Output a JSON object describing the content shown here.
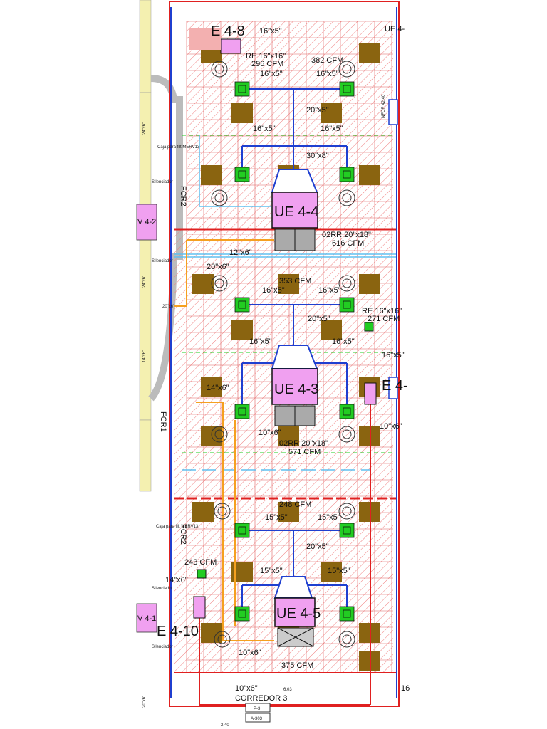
{
  "colors": {
    "wall_red": "#e02020",
    "duct_blue": "#1f3fd0",
    "return_orange": "#f5a020",
    "diffuser_green": "#22cc22",
    "unit_magenta": "#f0a0f0",
    "tile_brown": "#8a6410",
    "pipe_yellow": "#f4f0b0"
  },
  "top_labels": {
    "top1": "E 4-8",
    "top2": "UE 4-"
  },
  "zone_top": {
    "duct_a": "16\"x5\"",
    "re_label": "RE 16\"x16\"",
    "cfm_a": "296 CFM",
    "cfm_b": "382 CFM",
    "duct_b": "16\"x5\"",
    "duct_c": "16\"x5\"",
    "duct_d": "20\"x5\"",
    "duct_e": "16\"x5\"",
    "duct_f": "16\"x5\"",
    "duct_g": "30\"x8\"",
    "unit_label": "UE 4-4",
    "rr_label": "02RR 20\"x18\"",
    "rr_cfm": "616 CFM",
    "side_note": "NFCR 42.40",
    "left_pipe": "FCR2"
  },
  "zone_mid": {
    "duct_top": "12\"x6\"",
    "duct_left": "20\"x6\"",
    "cfm_a": "353 CFM",
    "duct_a": "16\"x5\"",
    "duct_b": "16\"x5\"",
    "re_label": "RE 16\"x16\"",
    "re_cfm": "271 CFM",
    "duct_c": "20\"x5\"",
    "duct_d": "16\"x5\"",
    "duct_e": "16\"x5\"",
    "duct_side": "16\"x5\"",
    "unit_label": "UE 4-3",
    "duct_left2": "14\"x6\"",
    "duct_f": "10\"x6\"",
    "rr_label": "02RR 20\"x18\"",
    "rr_cfm": "571 CFM",
    "right_label": "E 4-",
    "right_duct": "10\"x6\"",
    "left_pipe": "FCR1",
    "left_duct": "20\"x6\""
  },
  "zone_bot": {
    "cfm_a": "248 CFM",
    "duct_a": "15\"x5\"",
    "duct_b": "15\"x5\"",
    "duct_c": "20\"x5\"",
    "cfm_left": "243 CFM",
    "duct_left": "14\"x6\"",
    "duct_d": "15\"x5\"",
    "duct_e": "15\"x5\"",
    "unit_label": "UE 4-5",
    "left_label": "E 4-10",
    "duct_f": "10\"x6\"",
    "cfm_b": "375 CFM",
    "left_pipe": "FCR2"
  },
  "footer": {
    "duct": "10\"x6\"",
    "dim": "6.03",
    "corridor": "CORREDOR 3",
    "tag_top": "P-3",
    "tag_bot": "A-303",
    "right_num": "16",
    "dim_left": "2.40"
  },
  "left_side": {
    "caja_a": "Caja para filt MERV13",
    "silenciador": "Silenciador",
    "unit_v2": "V 4-2",
    "unit_v1": "V 4-1",
    "caja_b": "Caja para filt MERV13",
    "duct_24a": "24\"x6\"",
    "duct_24b": "24\"x6\"",
    "duct_14": "14\"x6\"",
    "duct_20": "20\"x6\""
  }
}
